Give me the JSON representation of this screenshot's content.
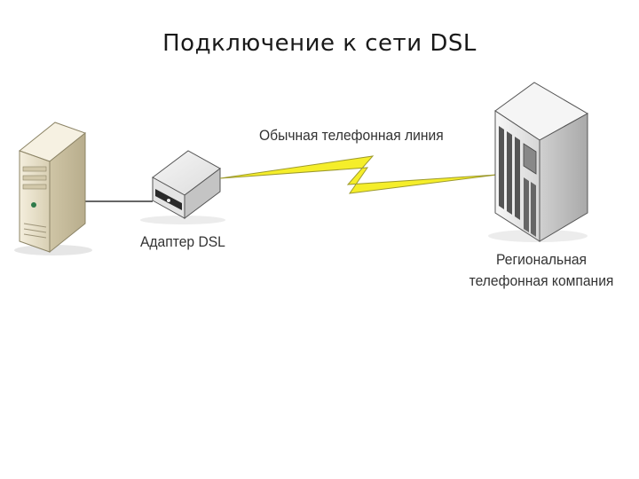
{
  "title": "Подключение к сети DSL",
  "labels": {
    "phone_line": "Обычная телефонная линия",
    "adapter": "Адаптер DSL",
    "company_line1": "Региональная",
    "company_line2": "телефонная компания"
  },
  "colors": {
    "lightning": "#f5ee2a",
    "server_body": "#efe8d4",
    "tower_body": "#e9e9e9",
    "cable": "#333333"
  }
}
